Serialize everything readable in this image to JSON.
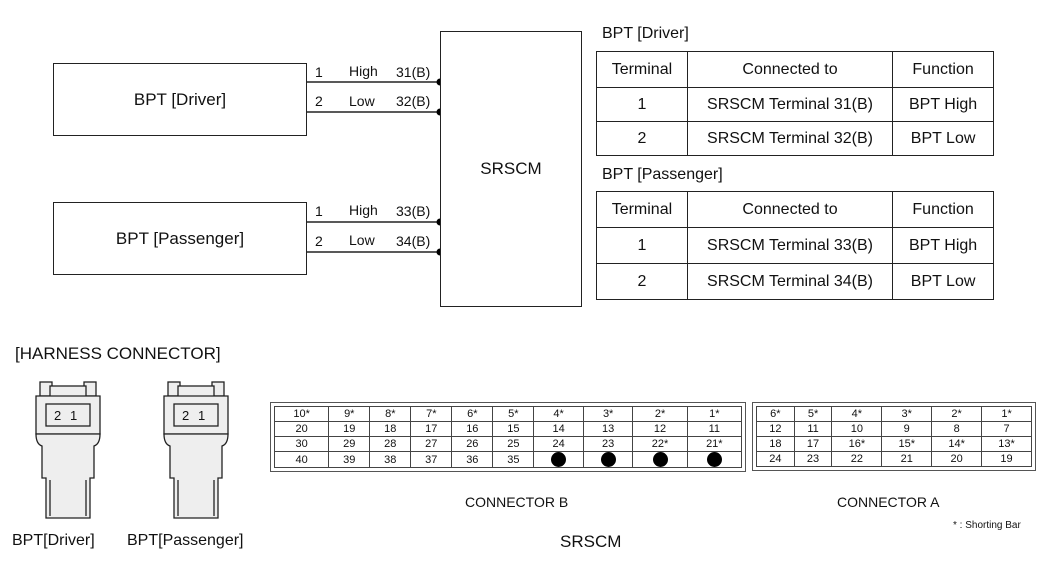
{
  "wiring": {
    "bpt_driver": "BPT [Driver]",
    "bpt_passenger": "BPT [Passenger]",
    "srscm": "SRSCM",
    "driver_wires": [
      {
        "pin": "1",
        "signal": "High",
        "terminal": "31(B)"
      },
      {
        "pin": "2",
        "signal": "Low",
        "terminal": "32(B)"
      }
    ],
    "passenger_wires": [
      {
        "pin": "1",
        "signal": "High",
        "terminal": "33(B)"
      },
      {
        "pin": "2",
        "signal": "Low",
        "terminal": "34(B)"
      }
    ]
  },
  "tables": {
    "driver": {
      "title": "BPT [Driver]",
      "headers": [
        "Terminal",
        "Connected to",
        "Function"
      ],
      "rows": [
        [
          "1",
          "SRSCM Terminal 31(B)",
          "BPT High"
        ],
        [
          "2",
          "SRSCM Terminal 32(B)",
          "BPT Low"
        ]
      ]
    },
    "passenger": {
      "title": "BPT [Passenger]",
      "headers": [
        "Terminal",
        "Connected to",
        "Function"
      ],
      "rows": [
        [
          "1",
          "SRSCM Terminal 33(B)",
          "BPT High"
        ],
        [
          "2",
          "SRSCM Terminal 34(B)",
          "BPT Low"
        ]
      ]
    }
  },
  "harness": {
    "title": "[HARNESS CONNECTOR]",
    "bpt_driver_caption": "BPT[Driver]",
    "bpt_passenger_caption": "BPT[Passenger]",
    "plug_pins": [
      "2",
      "1"
    ],
    "srscm_caption": "SRSCM",
    "connector_b": {
      "label": "CONNECTOR B",
      "rows": [
        [
          "10*",
          "9*",
          "8*",
          "7*",
          "6*",
          "5*",
          "4*",
          "3*",
          "2*",
          "1*"
        ],
        [
          "20",
          "19",
          "18",
          "17",
          "16",
          "15",
          "14",
          "13",
          "12",
          "11"
        ],
        [
          "30",
          "29",
          "28",
          "27",
          "26",
          "25",
          "24",
          "23",
          "22*",
          "21*"
        ],
        [
          "40",
          "39",
          "38",
          "37",
          "36",
          "35",
          "●",
          "●",
          "●",
          "●"
        ]
      ]
    },
    "connector_a": {
      "label": "CONNECTOR A",
      "rows": [
        [
          "6*",
          "5*",
          "4*",
          "3*",
          "2*",
          "1*"
        ],
        [
          "12",
          "11",
          "10",
          "9",
          "8",
          "7"
        ],
        [
          "18",
          "17",
          "16*",
          "15*",
          "14*",
          "13*"
        ],
        [
          "24",
          "23",
          "22",
          "21",
          "20",
          "19"
        ]
      ]
    },
    "note": "* : Shorting Bar"
  }
}
